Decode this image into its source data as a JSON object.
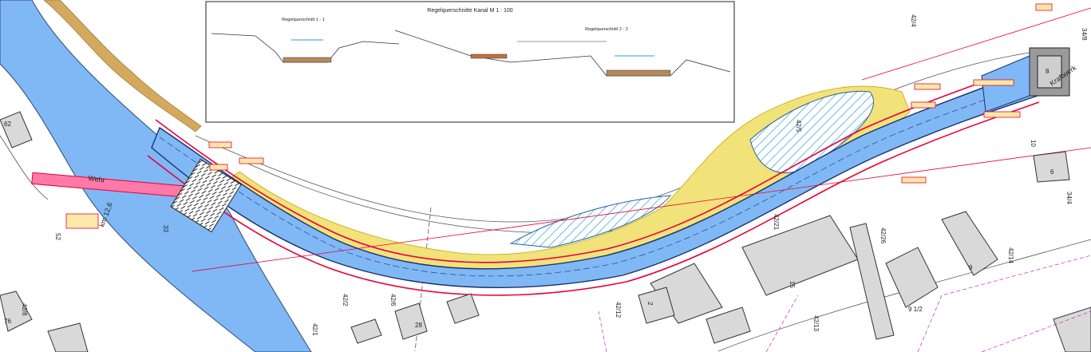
{
  "inset": {
    "title": "Regelquerschnitte Kanal  M 1 : 100",
    "section_1": "Regelquerschnitt 1 - 1",
    "section_2": "Regelquerschnitt 2 - 2"
  },
  "labels": {
    "wehr": "Wehr",
    "kraftwerk": "Kraftwerk",
    "km": "km 12,6"
  },
  "parcels": [
    "42/4",
    "34/8",
    "10",
    "34/4",
    "6",
    "42/26",
    "42/14",
    "42/13",
    "15",
    "9 1/2",
    "9",
    "2",
    "42/2",
    "42/1",
    "42/6",
    "52",
    "33",
    "62",
    "28",
    "42/8",
    "76",
    "42/5",
    "42/21",
    "42/12",
    "8"
  ],
  "colors": {
    "water": "#7fb8f5",
    "road": "#d4a95e",
    "embankment": "#f2e27a",
    "redline": "#e8003a",
    "hatch": "#2a9fd0"
  }
}
